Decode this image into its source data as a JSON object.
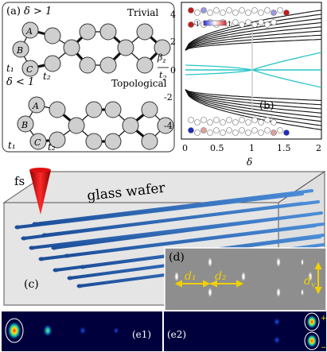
{
  "panel_a": {
    "label": "(a)",
    "top_condition": "δ > 1",
    "top_phase": "Trivial",
    "bottom_condition": "δ < 1",
    "bottom_phase": "Topological",
    "site_a": "A",
    "site_b": "B",
    "site_c": "C",
    "hop1": "t₁",
    "hop2": "t₂"
  },
  "panel_b": {
    "label": "(b)",
    "ylabel": "β_z / t_2",
    "xlabel": "δ",
    "colorbar_min": "-1",
    "colorbar_max": "1",
    "colors": {
      "bulk": "#111111",
      "edge": "#27c6c9",
      "marker": "#cccccc"
    },
    "chart_data": {
      "type": "line",
      "x_ticks": [
        "0",
        "0.5",
        "1",
        "1.5",
        "2"
      ],
      "y_ticks": [
        "4",
        "2",
        "0",
        "-2",
        "-4"
      ],
      "xlim": [
        0,
        2
      ],
      "ylim": [
        -5,
        5
      ],
      "grid": false,
      "vertical_marker_x": 1,
      "series": [
        {
          "values_at_delta_0": 1.41,
          "values_at_delta_2": 2.2
        },
        {
          "values_at_delta_0": 1.41,
          "values_at_delta_2": 2.5
        },
        {
          "values_at_delta_0": 1.41,
          "values_at_delta_2": 2.8
        },
        {
          "values_at_delta_0": 1.41,
          "values_at_delta_2": 3.1
        },
        {
          "values_at_delta_0": 1.41,
          "values_at_delta_2": 3.4
        },
        {
          "values_at_delta_0": 1.41,
          "values_at_delta_2": 3.7
        },
        {
          "values_at_delta_0": 1.41,
          "values_at_delta_2": 4.0
        },
        {
          "values_at_delta_0": 1.41,
          "values_at_delta_2": 4.3
        },
        {
          "values_at_delta_0": -1.41,
          "values_at_delta_2": -2.2
        },
        {
          "values_at_delta_0": -1.41,
          "values_at_delta_2": -2.5
        },
        {
          "values_at_delta_0": -1.41,
          "values_at_delta_2": -2.8
        },
        {
          "values_at_delta_0": -1.41,
          "values_at_delta_2": -3.1
        },
        {
          "values_at_delta_0": -1.41,
          "values_at_delta_2": -3.4
        },
        {
          "values_at_delta_0": -1.41,
          "values_at_delta_2": -3.7
        },
        {
          "values_at_delta_0": -1.41,
          "values_at_delta_2": -4.0
        },
        {
          "values_at_delta_0": -1.41,
          "values_at_delta_2": -4.3
        }
      ]
    }
  },
  "panel_c": {
    "label": "(c)",
    "laser": "fs",
    "wafer": "glass wafer"
  },
  "panel_d": {
    "label": "(d)",
    "d1": "d₁",
    "d2": "d₂",
    "dv": "d_v"
  },
  "panel_e1": {
    "label": "(e1)"
  },
  "panel_e2": {
    "label": "(e2)",
    "plus": "+",
    "minus": "−"
  }
}
